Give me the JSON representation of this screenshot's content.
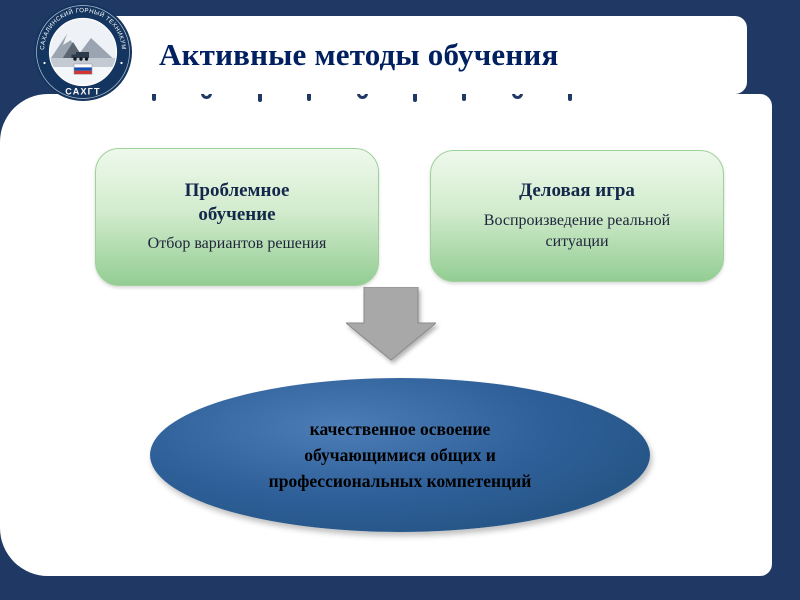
{
  "slide": {
    "title": "Активные методы обучения"
  },
  "logo": {
    "ring_text": "САХАЛИНСКИЙ ГОРНЫЙ ТЕХНИКУМ",
    "acronym": "САХГТ"
  },
  "method_boxes": [
    {
      "title": "Проблемное обучение",
      "subtitle": "Отбор вариантов решения"
    },
    {
      "title": "Деловая игра",
      "subtitle": "Воспроизведение реальной ситуации"
    }
  ],
  "outcome": {
    "text": "качественное освоение обучающимися общих и профессиональных компетенций"
  },
  "colors": {
    "background_navy": "#1f3864",
    "title_text": "#002060",
    "box_green": "#93cd93",
    "ellipse_blue": "#1f4e79",
    "arrow_gray": "#a8a8a8",
    "flag_blue": "#1b4faa",
    "flag_red": "#d23430"
  }
}
